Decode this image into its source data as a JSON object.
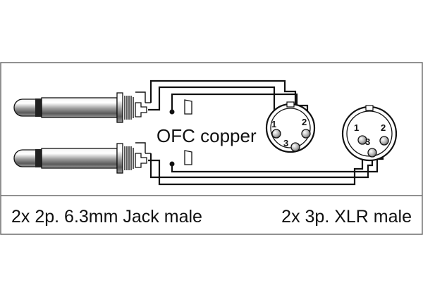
{
  "diagram": {
    "center_label": "OFC copper",
    "left_caption": "2x 2p. 6.3mm Jack male",
    "right_caption": "2x 3p. XLR male",
    "xlr_left": {
      "pin1": "1",
      "pin2": "2",
      "pin3": "3"
    },
    "xlr_right": {
      "pin1": "1",
      "pin2": "2",
      "pin3": "3"
    }
  },
  "colors": {
    "ink": "#111111",
    "frame": "#6d6d6d",
    "background": "#ffffff"
  }
}
